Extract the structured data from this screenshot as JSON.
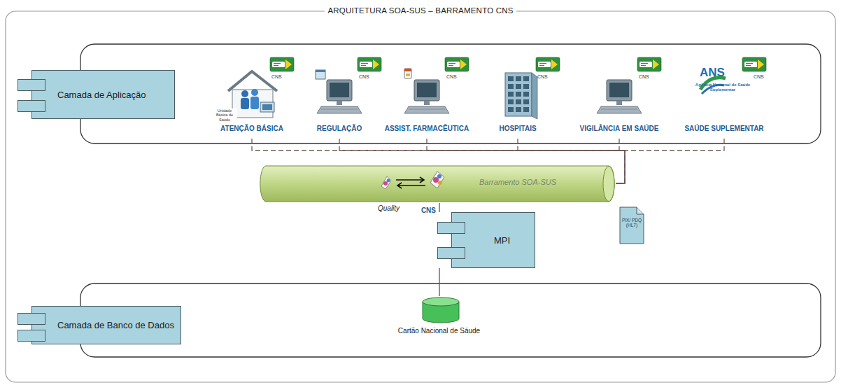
{
  "diagram": {
    "title": "ARQUITETURA SOA-SUS – BARRAMENTO CNS",
    "nodes": [
      {
        "text": [
          "Camada de Aplicação"
        ]
      },
      {
        "text": [
          "CNS",
          "ATENÇÃO BÁSICA"
        ]
      },
      {
        "text": [
          "CNS",
          "REGULAÇÃO"
        ]
      },
      {
        "text": [
          "CNS",
          "ASSIST. FARMACÊUTICA"
        ]
      },
      {
        "text": [
          "CNS",
          "HOSPITAIS"
        ]
      },
      {
        "text": [
          "CNS",
          "VIGILÂNCIA EM SAÚDE"
        ]
      },
      {
        "text": [
          "CNS",
          "SAÚDE SUPLEMENTAR"
        ]
      },
      {
        "text": [
          "Barramento SOA-SUS"
        ]
      },
      {
        "text": [
          "MPI"
        ]
      },
      {
        "text": [
          "Camada de Banco de Dados"
        ]
      },
      {
        "text": [
          "Cartão Nacional de Sáude"
        ]
      }
    ],
    "edges": [
      {
        "from": 1,
        "to": 7,
        "arrow": "none"
      },
      {
        "from": 2,
        "to": 7,
        "arrow": "none"
      },
      {
        "from": 3,
        "to": 7,
        "arrow": "none"
      },
      {
        "from": 4,
        "to": 7,
        "arrow": "none"
      },
      {
        "from": 5,
        "to": 7,
        "arrow": "none"
      },
      {
        "from": 6,
        "to": 7,
        "arrow": "none"
      },
      {
        "from": 7,
        "to": 8,
        "label": "CNS",
        "arrow": "none"
      },
      {
        "from": 8,
        "to": 10,
        "arrow": "none"
      }
    ],
    "labels": [
      "Quality",
      "PIX/ PDQ (HL7)",
      "Unidade Básica de Saúde",
      "ANS",
      "Agência Nacional de Saúde Suplementar"
    ]
  }
}
